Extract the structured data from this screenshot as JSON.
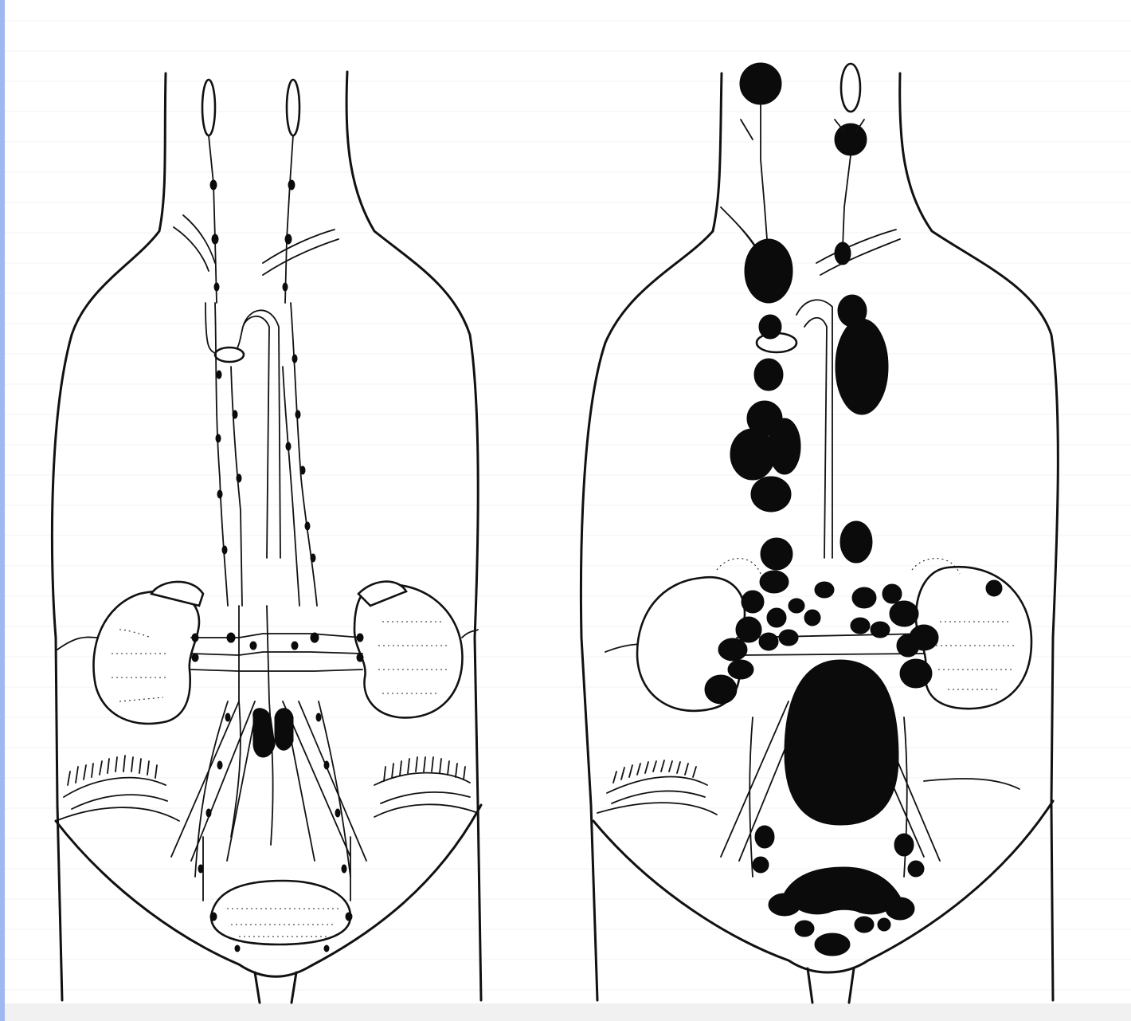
{
  "figure": {
    "panels": [
      {
        "id": "left",
        "state": "normal lymph nodes"
      },
      {
        "id": "right",
        "state": "enlarged lymph nodes"
      }
    ]
  },
  "colors": {
    "ink": "#0b0b0b",
    "paper": "#ffffff",
    "left_stripe": "#9fb8f2"
  }
}
